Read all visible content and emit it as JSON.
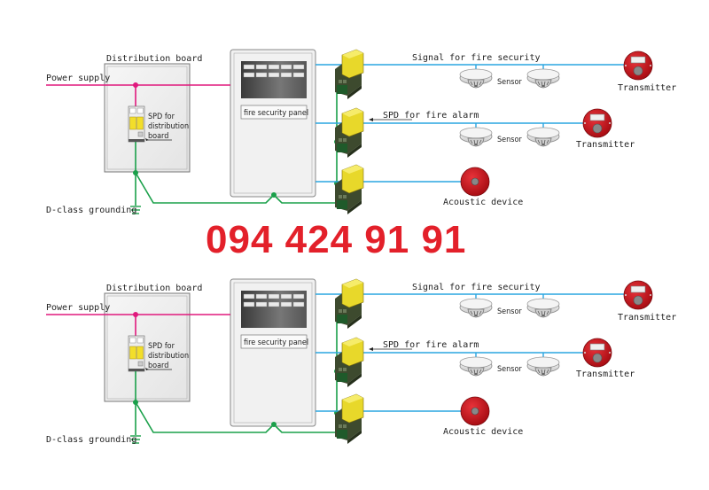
{
  "phone": "094 424 91 91",
  "colors": {
    "power": "#e0197d",
    "ground": "#1aa04a",
    "signal": "#2aa5e0",
    "phone": "#e3202a",
    "device_red": "#cc1018",
    "spd_yellow": "#f2e23a"
  },
  "diagram": {
    "distribution_board": "Distribution board",
    "power_supply": "Power supply",
    "spd_db_line1": "SPD for",
    "spd_db_line2": "distribution",
    "spd_db_line3": "board",
    "grounding": "D-class grounding",
    "panel": "fire security panel",
    "signal": "Signal for fire security",
    "spd_alarm": "SPD for fire alarm",
    "sensor": "Sensor",
    "transmitter": "Transmitter",
    "acoustic": "Acoustic device"
  }
}
